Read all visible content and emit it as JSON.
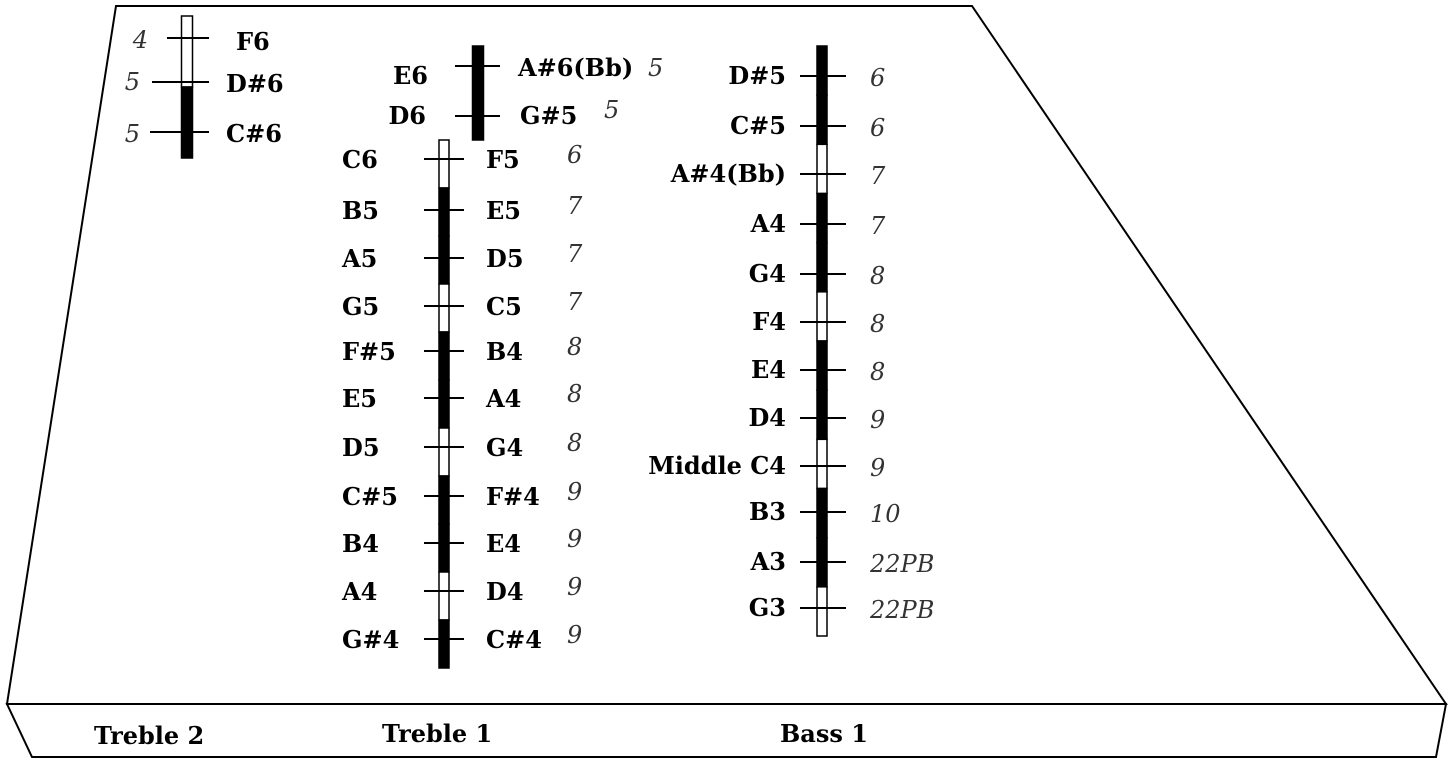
{
  "colors": {
    "ink": "#000000",
    "background": "#ffffff"
  },
  "bridge_labels": [
    "Treble 2",
    "Treble 1",
    "Bass 1"
  ],
  "bridges": {
    "treble2": {
      "segments": [
        "white",
        "black"
      ],
      "rows": [
        {
          "gauge": "4",
          "right": "F6"
        },
        {
          "gauge": "5",
          "right": "D#6"
        },
        {
          "gauge": "5",
          "right": "C#6"
        }
      ]
    },
    "treble1_upper": {
      "segments": [
        "black"
      ],
      "rows": [
        {
          "left": "E6",
          "right": "A#6(Bb)",
          "gauge": "5"
        },
        {
          "left": "D6",
          "right": "G#5",
          "gauge": "5"
        }
      ]
    },
    "treble1": {
      "segments": [
        "white",
        "black",
        "black",
        "white",
        "black",
        "black",
        "white",
        "black",
        "black",
        "white",
        "black"
      ],
      "rows": [
        {
          "left": "C6",
          "right": "F5",
          "gauge": "6"
        },
        {
          "left": "B5",
          "right": "E5",
          "gauge": "7"
        },
        {
          "left": "A5",
          "right": "D5",
          "gauge": "7"
        },
        {
          "left": "G5",
          "right": "C5",
          "gauge": "7"
        },
        {
          "left": "F#5",
          "right": "B4",
          "gauge": "8"
        },
        {
          "left": "E5",
          "right": "A4",
          "gauge": "8"
        },
        {
          "left": "D5",
          "right": "G4",
          "gauge": "8"
        },
        {
          "left": "C#5",
          "right": "F#4",
          "gauge": "9"
        },
        {
          "left": "B4",
          "right": "E4",
          "gauge": "9"
        },
        {
          "left": "A4",
          "right": "D4",
          "gauge": "9"
        },
        {
          "left": "G#4",
          "right": "C#4",
          "gauge": "9"
        }
      ]
    },
    "bass1": {
      "segments": [
        "black",
        "black",
        "white",
        "black",
        "black",
        "white",
        "black",
        "black",
        "white",
        "black",
        "black",
        "white"
      ],
      "rows": [
        {
          "left": "D#5",
          "gauge": "6"
        },
        {
          "left": "C#5",
          "gauge": "6"
        },
        {
          "left": "A#4(Bb)",
          "gauge": "7"
        },
        {
          "left": "A4",
          "gauge": "7"
        },
        {
          "left": "G4",
          "gauge": "8"
        },
        {
          "left": "F4",
          "gauge": "8"
        },
        {
          "left": "E4",
          "gauge": "8"
        },
        {
          "left": "D4",
          "gauge": "9"
        },
        {
          "left": "Middle C4",
          "gauge": "9"
        },
        {
          "left": "B3",
          "gauge": "10"
        },
        {
          "left": "A3",
          "gauge": "22PB"
        },
        {
          "left": "G3",
          "gauge": "22PB"
        }
      ]
    }
  }
}
